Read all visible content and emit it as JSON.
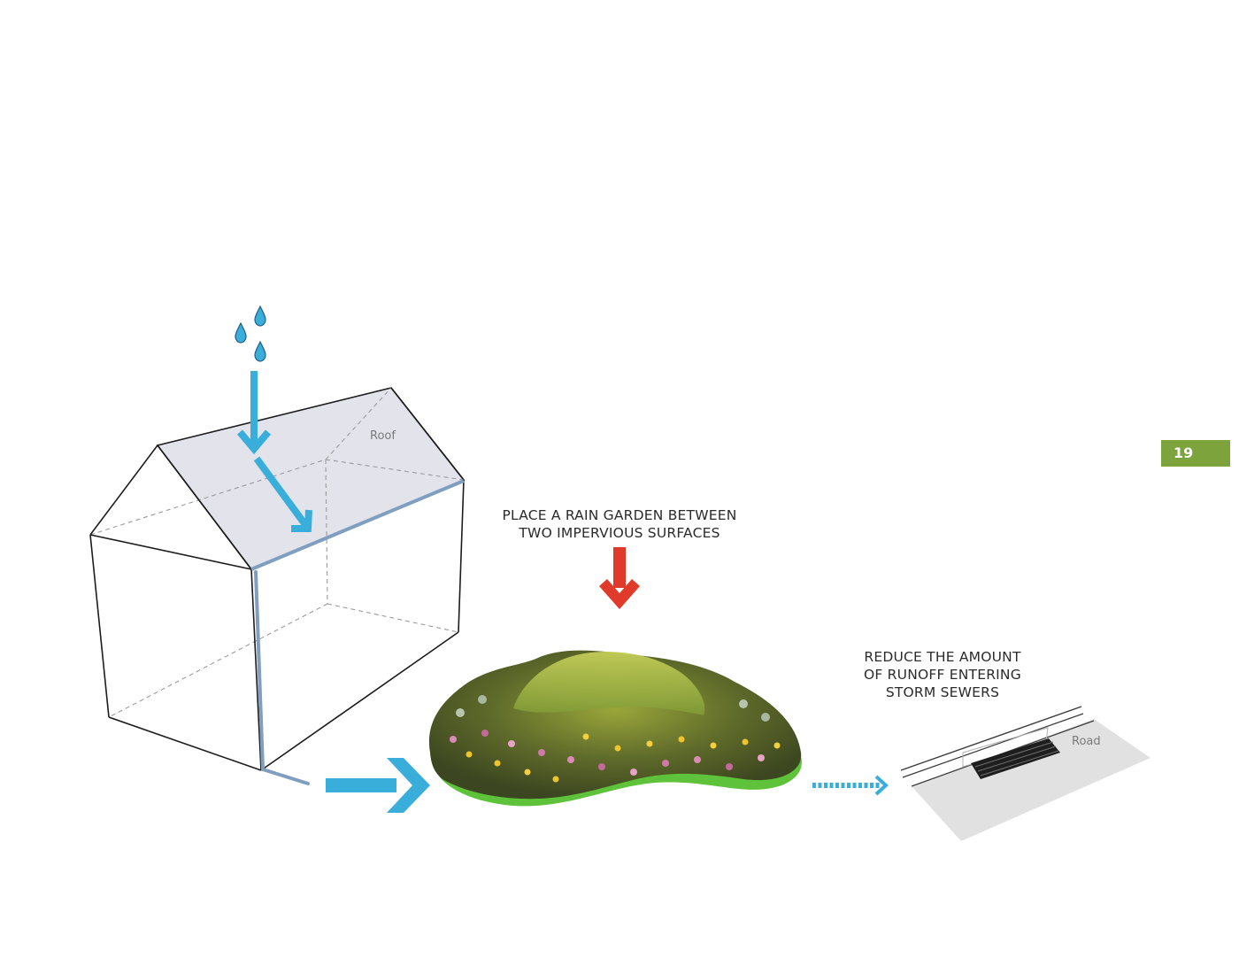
{
  "labels": {
    "roof": "Roof",
    "road": "Road"
  },
  "captions": {
    "garden": [
      "PLACE A RAIN GARDEN BETWEEN",
      "TWO IMPERVIOUS SURFACES"
    ],
    "runoff": [
      "REDUCE THE AMOUNT",
      "OF RUNOFF ENTERING",
      "STORM SEWERS"
    ]
  },
  "page_number": "19",
  "icons": {
    "rain": "raindrop-icon",
    "flow": "arrow-icon",
    "emphasis": "red-down-arrow-icon",
    "garden": "rain-garden-illustration",
    "drain": "storm-drain-grate"
  },
  "colors": {
    "water_blue": "#3aaedb",
    "emphasis_red": "#e03a2a",
    "badge_green": "#7da33c",
    "garden_green": "#5ec23a",
    "roof_fill": "#e3e3ec",
    "gutter": "#7f9ec0"
  }
}
